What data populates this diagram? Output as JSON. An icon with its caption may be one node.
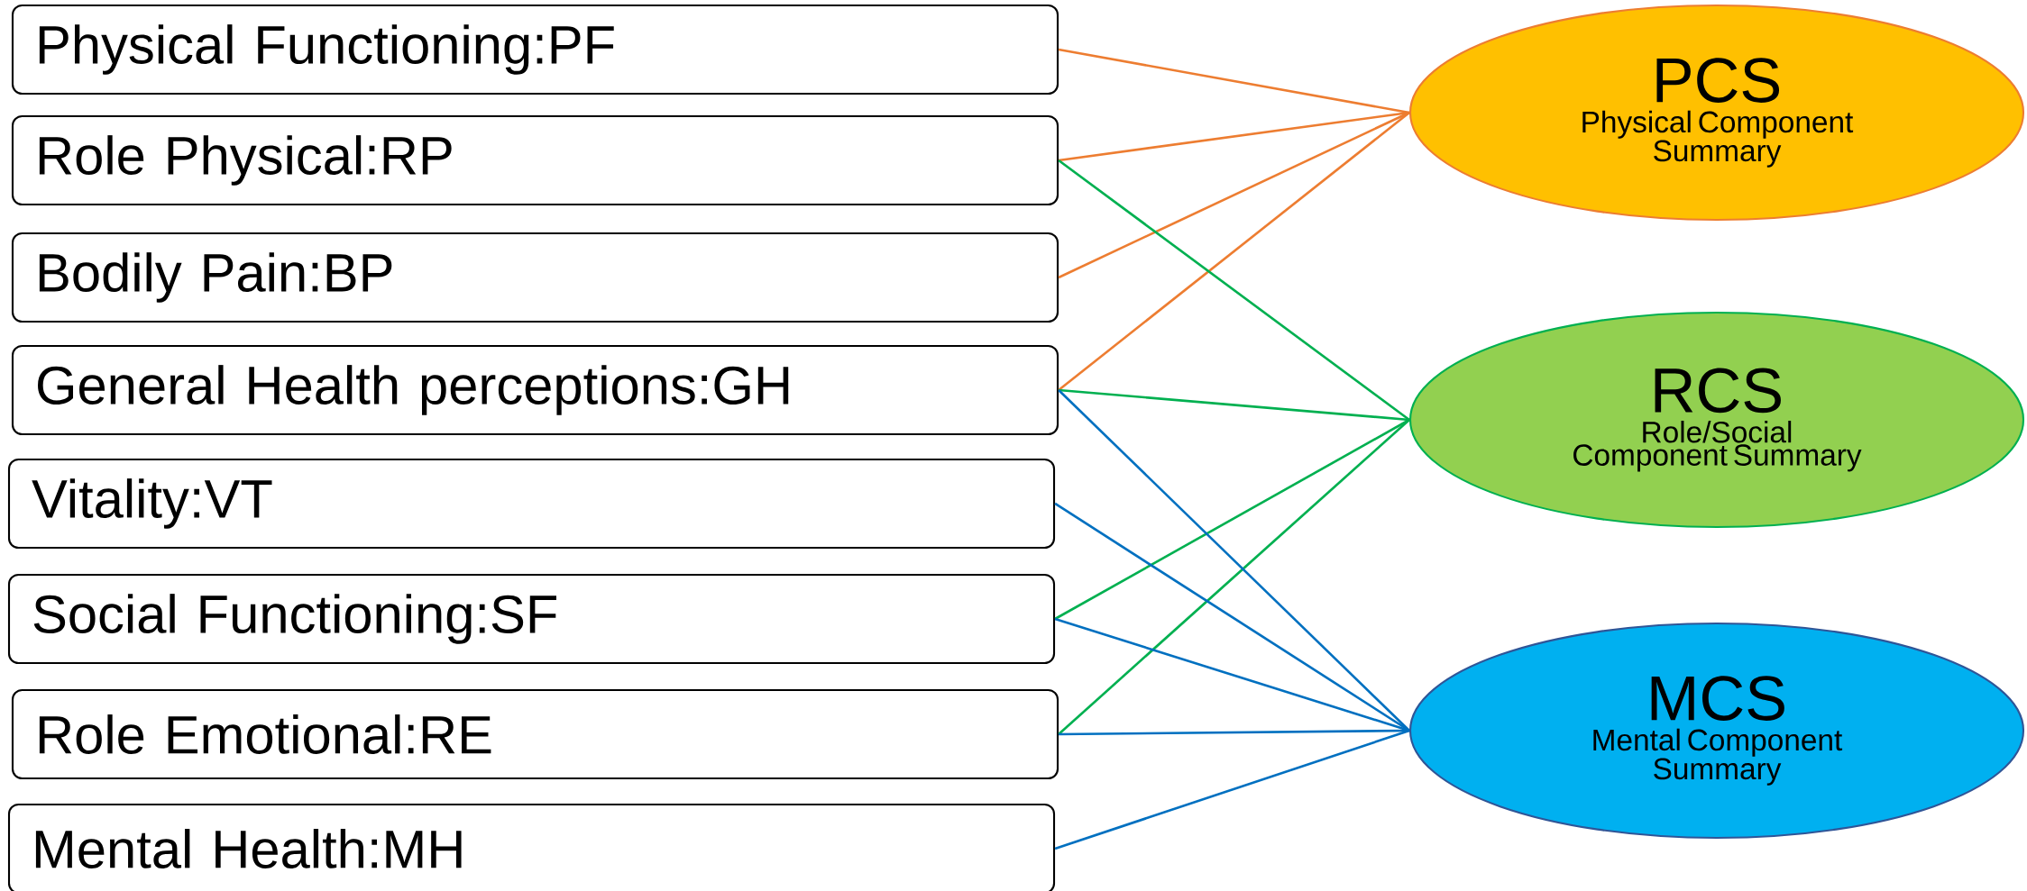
{
  "diagram": {
    "nodes": [
      {
        "text": [
          "Physical Functioning:PF"
        ]
      },
      {
        "text": [
          "Role Physical:RP"
        ]
      },
      {
        "text": [
          "Bodily Pain:BP"
        ]
      },
      {
        "text": [
          "General Health perceptions:GH"
        ]
      },
      {
        "text": [
          "Vitality:VT"
        ]
      },
      {
        "text": [
          "Social Functioning:SF"
        ]
      },
      {
        "text": [
          "Role Emotional:RE"
        ]
      },
      {
        "text": [
          "Mental Health:MH"
        ]
      },
      {
        "text": [
          "PCS",
          "Physical Component Summary"
        ]
      },
      {
        "text": [
          "RCS",
          "Role/Social Component Summary"
        ]
      },
      {
        "text": [
          "MCS",
          "Mental Component Summary"
        ]
      }
    ],
    "edges": [
      {
        "from": 0,
        "to": 8,
        "arrow": "none",
        "color": "#ed7d31"
      },
      {
        "from": 1,
        "to": 8,
        "arrow": "none",
        "color": "#ed7d31"
      },
      {
        "from": 2,
        "to": 8,
        "arrow": "none",
        "color": "#ed7d31"
      },
      {
        "from": 3,
        "to": 8,
        "arrow": "none",
        "color": "#ed7d31"
      },
      {
        "from": 1,
        "to": 9,
        "arrow": "none",
        "color": "#00b050"
      },
      {
        "from": 3,
        "to": 9,
        "arrow": "none",
        "color": "#00b050"
      },
      {
        "from": 5,
        "to": 9,
        "arrow": "none",
        "color": "#00b050"
      },
      {
        "from": 6,
        "to": 9,
        "arrow": "none",
        "color": "#00b050"
      },
      {
        "from": 3,
        "to": 10,
        "arrow": "none",
        "color": "#0070c0"
      },
      {
        "from": 4,
        "to": 10,
        "arrow": "none",
        "color": "#0070c0"
      },
      {
        "from": 5,
        "to": 10,
        "arrow": "none",
        "color": "#0070c0"
      },
      {
        "from": 6,
        "to": 10,
        "arrow": "none",
        "color": "#0070c0"
      },
      {
        "from": 7,
        "to": 10,
        "arrow": "none",
        "color": "#0070c0"
      }
    ]
  }
}
